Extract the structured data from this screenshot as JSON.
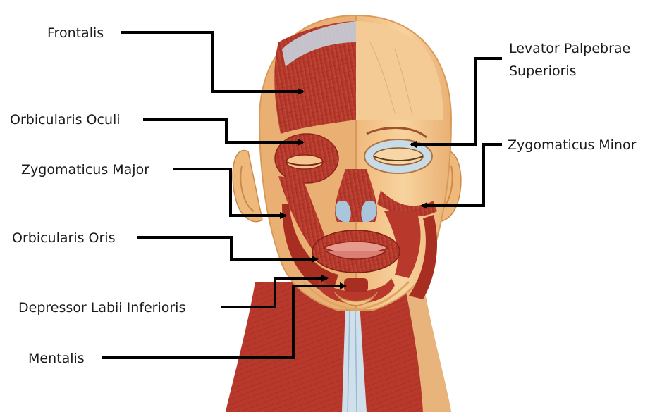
{
  "labels": {
    "frontalis": "Frontalis",
    "levator_line1": "Levator Palpebrae",
    "levator_line2": "Superioris",
    "orbicularis_oculi": "Orbicularis Oculi",
    "zygomaticus_minor": "Zygomaticus Minor",
    "zygomaticus_major": "Zygomaticus Major",
    "orbicularis_oris": "Orbicularis Oris",
    "depressor_labii": "Depressor Labii Inferioris",
    "mentalis": "Mentalis"
  },
  "colors": {
    "skin": "#f3c68f",
    "skin_shadow": "#e0a562",
    "muscle": "#b8392c",
    "muscle_dark": "#8e2419",
    "fascia": "#c8dbe8",
    "leader_line": "#000000"
  }
}
